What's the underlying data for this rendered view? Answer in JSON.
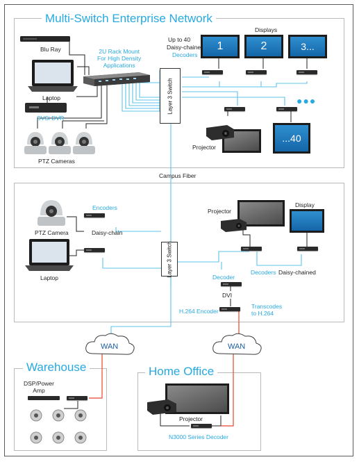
{
  "sections": {
    "enterprise": {
      "title": "Multi-Switch Enterprise Network"
    },
    "warehouse": {
      "title": "Warehouse"
    },
    "home_office": {
      "title": "Home Office"
    }
  },
  "top": {
    "bluray_label": "Blu Ray",
    "laptop_label": "Laptop",
    "dvr_label": "SVSi DVR",
    "cameras_label": "PTZ Cameras",
    "rack_label": "2U Rack Mount\nFor High Density\nApplications",
    "decoders_line1": "Up to 40",
    "decoders_line2": "Daisy-chained",
    "decoders_line3": "Decoders",
    "displays_label": "Displays",
    "display_1": "1",
    "display_2": "2",
    "display_3": "3...",
    "display_40": "...40",
    "projector_label": "Projector",
    "switch_label": "Layer 3 Switch"
  },
  "campus": {
    "fiber_label": "Campus Fiber",
    "encoders_label": "Encoders",
    "ptz_camera_label": "PTZ Camera",
    "daisy_chain_label": "Daisy-chain",
    "laptop_label": "Laptop",
    "switch_label": "Layer 3 Switch",
    "projector_label": "Projector",
    "display_label": "Display",
    "decoders_label": "Decoders",
    "daisy_chained_label": "Daisy-chained",
    "decoder_label": "Decoder",
    "dvi_label": "DVI",
    "h264_encoder_label": "H.264 Encoder",
    "transcodes_label": "Transcodes\nto H.264"
  },
  "wan": {
    "left": "WAN",
    "right": "WAN"
  },
  "warehouse": {
    "amp_label": "DSP/Power\nAmp"
  },
  "home_office": {
    "projector_label": "Projector",
    "decoder_label": "N3000 Series Decoder"
  },
  "colors": {
    "accent": "#27a9e1",
    "wire_blue": "#5cc3ea",
    "wire_dark": "#222222",
    "wire_red": "#e8452c",
    "display_blue": "#1f7dc4"
  }
}
